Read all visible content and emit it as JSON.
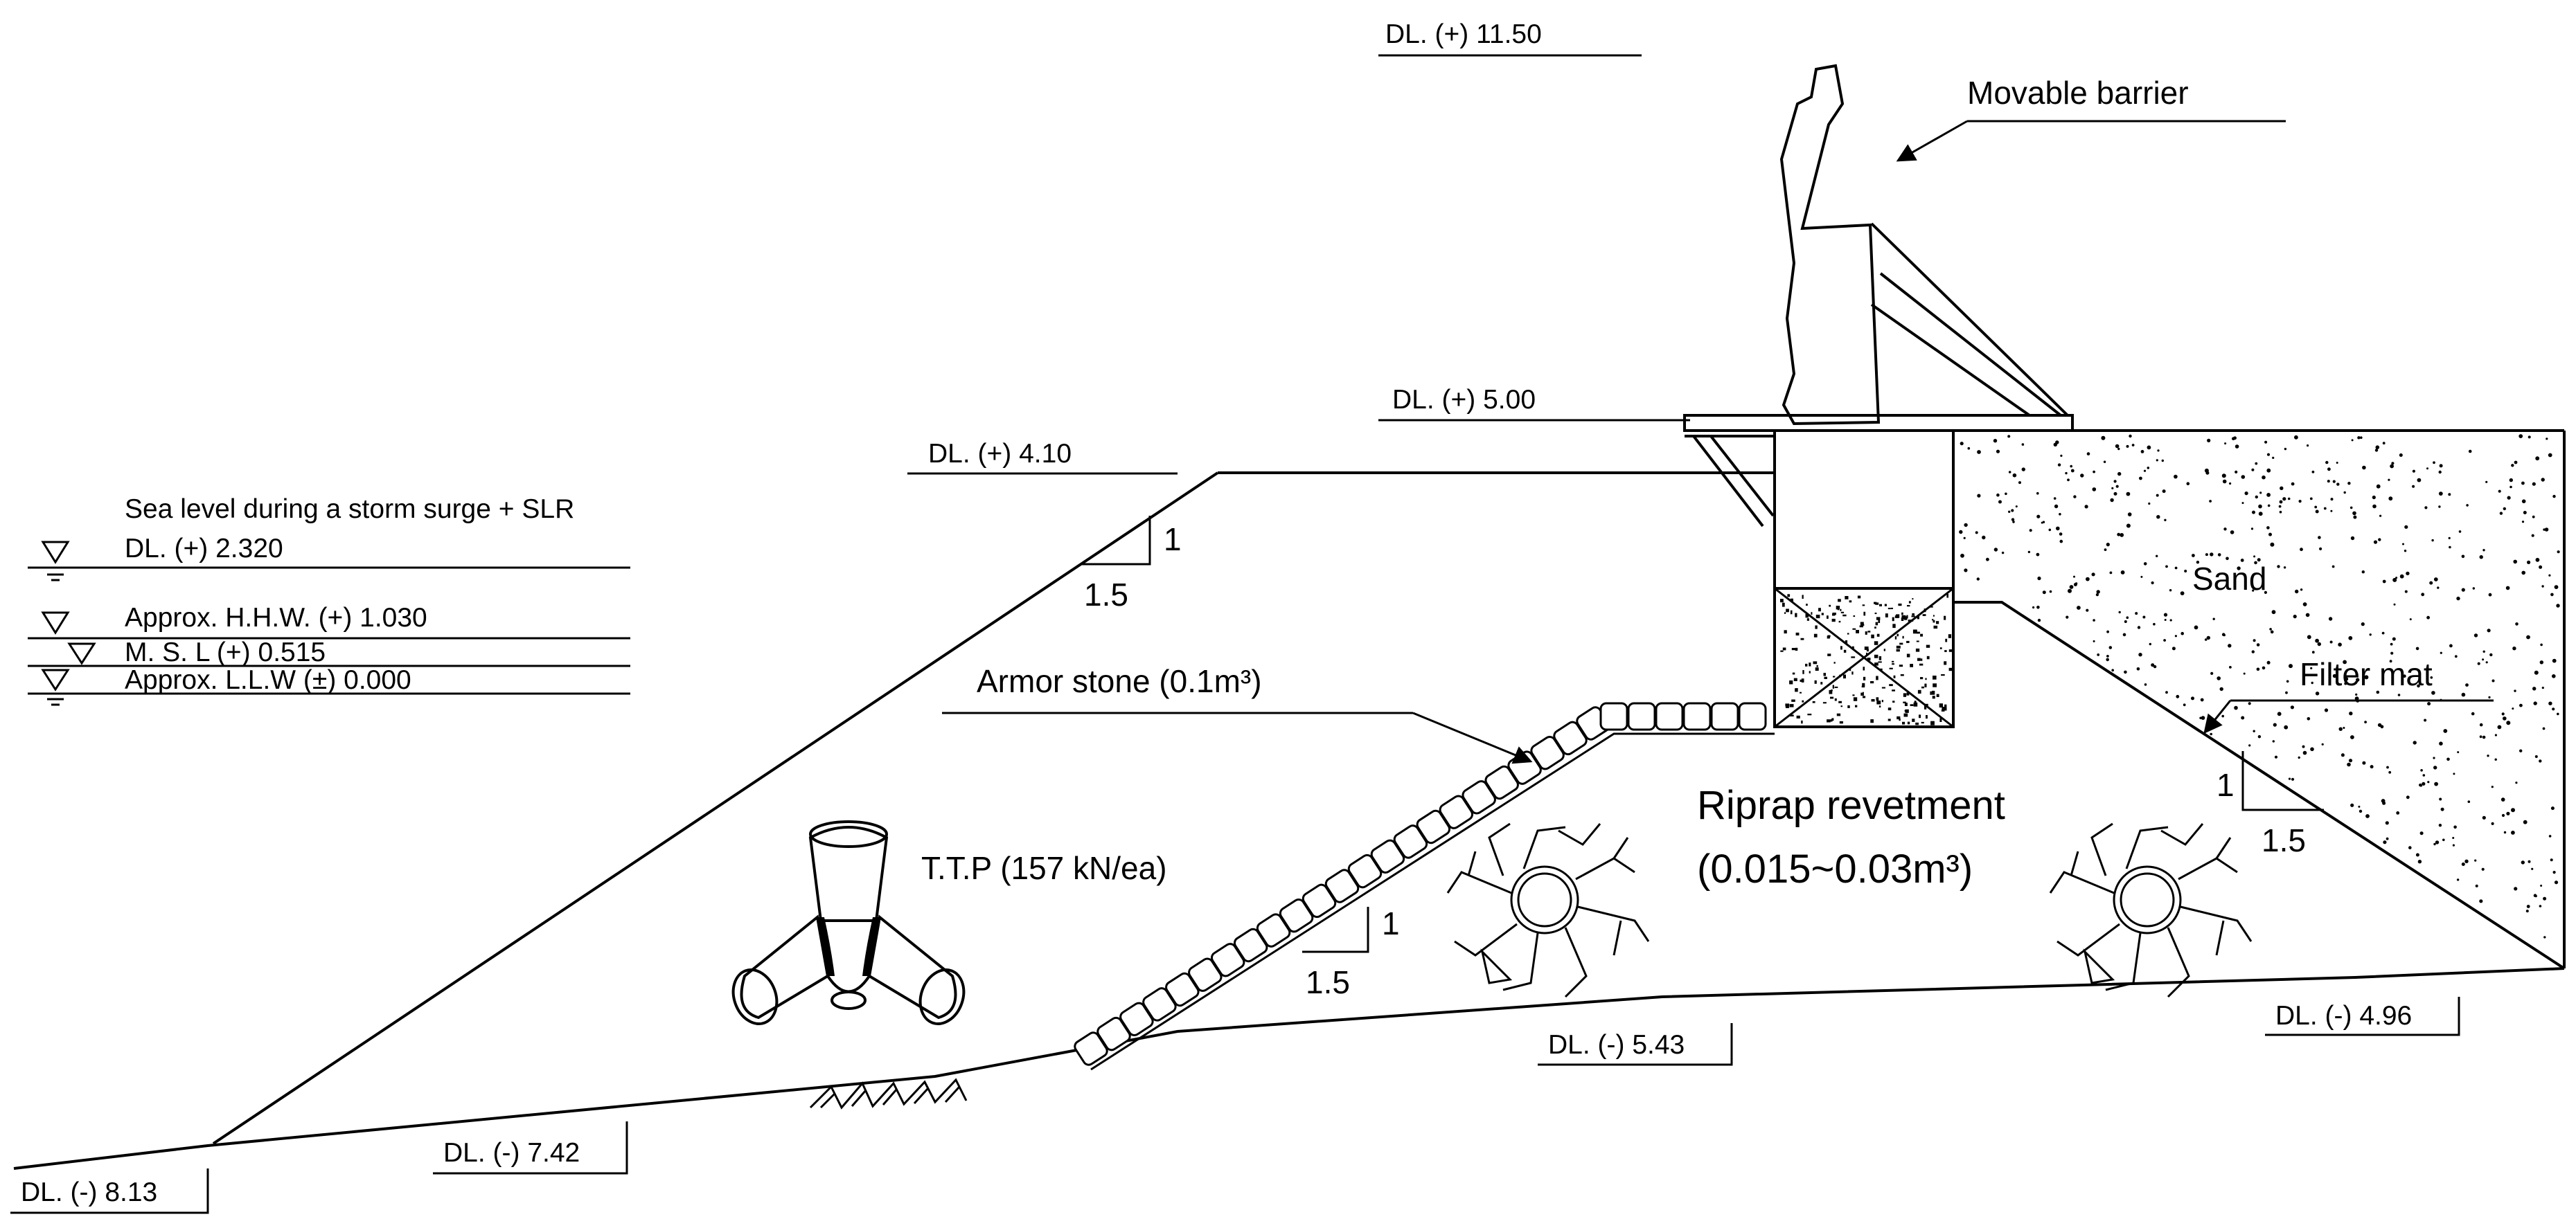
{
  "elevations": {
    "top_barrier": "DL.  (+) 11.50",
    "crest_wall": "DL.  (+) 5.00",
    "crest_slope": "DL.  (+) 4.10",
    "toe_right": "DL.  (-) 4.96",
    "toe_mid": "DL.  (-) 5.43",
    "toe_left": "DL.  (-) 7.42",
    "toe_far_left": "DL.  (-) 8.13"
  },
  "water_levels": {
    "storm_title": "Sea level during a storm surge + SLR",
    "storm_value": "DL.  (+) 2.320",
    "hhw": "Approx. H.H.W.  (+) 1.030",
    "msl": "M.  S.  L  (+) 0.515",
    "llw": "Approx. L.L.W  (±) 0.000"
  },
  "labels": {
    "movable_barrier": "Movable barrier",
    "sand": "Sand",
    "filter_mat": "Filter mat",
    "armor_stone": "Armor stone (0.1m³)",
    "riprap_line1": "Riprap revetment",
    "riprap_line2": "(0.015~0.03m³)",
    "ttp": "T.T.P (157 kN/ea)"
  },
  "slopes": {
    "rise": "1",
    "run": "1.5"
  }
}
